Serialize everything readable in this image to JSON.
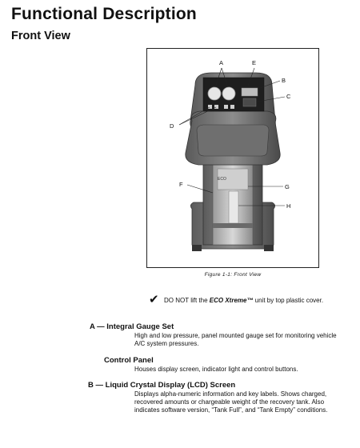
{
  "page": {
    "title": "Functional Description",
    "section": "Front View"
  },
  "figure": {
    "caption": "Figure 1-1:  Front View",
    "labels": [
      "A",
      "E",
      "B",
      "C",
      "D",
      "F",
      "G",
      "H"
    ],
    "unit_text": "ECO"
  },
  "note": {
    "icon": "check-icon",
    "text_before": "DO NOT lift the ",
    "product": "ECO Xtreme™",
    "text_after": " unit by top plastic cover."
  },
  "items": [
    {
      "prefix": "A — ",
      "title": "Integral Gauge Set",
      "desc": "High and low pressure, panel mounted gauge set for monitoring vehicle A/C system pressures."
    },
    {
      "prefix": "",
      "title": "Control Panel",
      "desc": "Houses display screen, indicator light and control buttons."
    },
    {
      "prefix": "B — ",
      "title": "Liquid Crystal Display (LCD) Screen",
      "desc": "Displays alpha-numeric information and key labels.  Shows charged, recovered amounts or chargeable weight of the recovery tank.  Also indicates software version, “Tank Full”, and “Tank Empty” conditions."
    }
  ]
}
